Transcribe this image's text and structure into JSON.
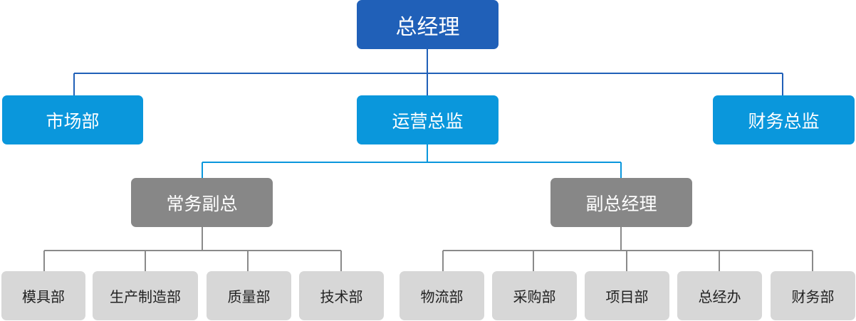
{
  "root": {
    "label": "总经理"
  },
  "level2": [
    {
      "label": "市场部"
    },
    {
      "label": "运营总监"
    },
    {
      "label": "财务总监"
    }
  ],
  "level3": [
    {
      "label": "常务副总"
    },
    {
      "label": "副总经理"
    }
  ],
  "level4": [
    {
      "label": "模具部"
    },
    {
      "label": "生产制造部"
    },
    {
      "label": "质量部"
    },
    {
      "label": "技术部"
    },
    {
      "label": "物流部"
    },
    {
      "label": "采购部"
    },
    {
      "label": "项目部"
    },
    {
      "label": "总经办"
    },
    {
      "label": "财务部"
    }
  ],
  "colors": {
    "root": "#2060b8",
    "level2": "#0a97dc",
    "level3": "#878787",
    "level4": "#d7d7d7"
  }
}
